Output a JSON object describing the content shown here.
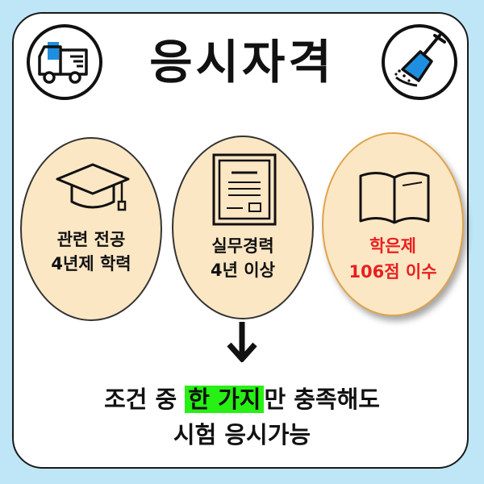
{
  "title": "응시자격",
  "icons": {
    "left": "truck-icon",
    "right": "shovel-icon"
  },
  "requirements": [
    {
      "icon": "graduation-cap-icon",
      "line1": "관련 전공",
      "line2": "4년제 학력"
    },
    {
      "icon": "certificate-icon",
      "line1": "실무경력",
      "line2": "4년 이상"
    },
    {
      "icon": "open-book-icon",
      "line1": "학은제",
      "line2": "106점 이수",
      "text_color": "#e81f1f"
    }
  ],
  "condition": {
    "prefix": "조건 중 ",
    "highlight": "한 가지",
    "suffix": "만 충족해도",
    "line2": "시험 응시가능",
    "highlight_color": "#27f014"
  },
  "colors": {
    "background": "#bfe6f7",
    "circle_fill": "#fbe7c4",
    "accent_blue": "#1e8fe0"
  }
}
